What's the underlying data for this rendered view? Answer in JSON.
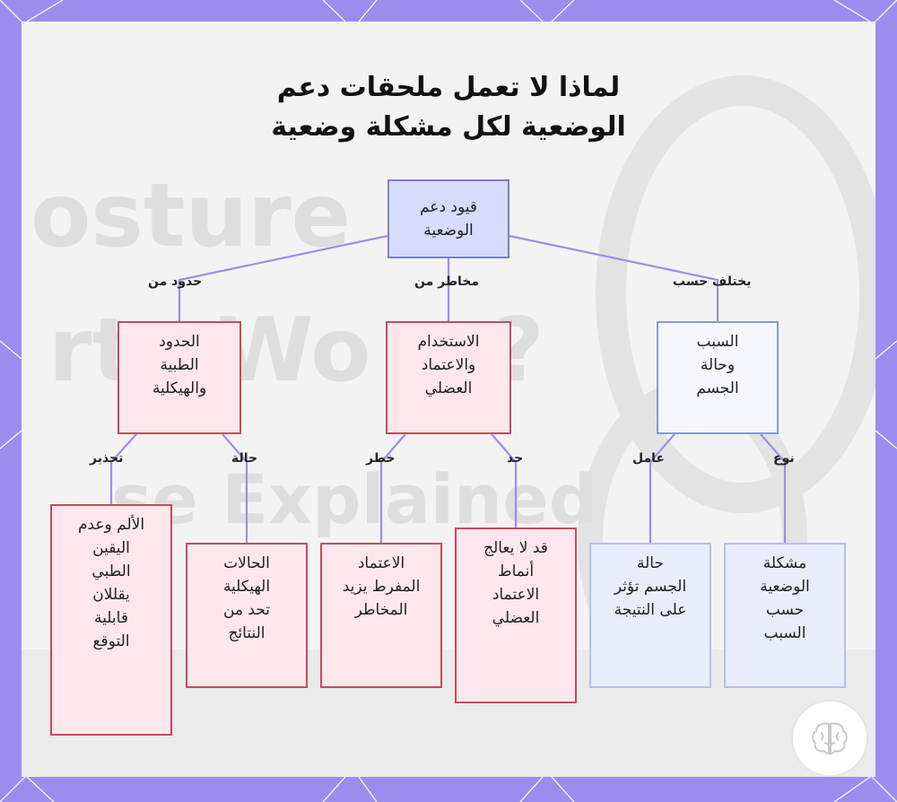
{
  "title": {
    "line1": "لماذا لا تعمل ملحقات دعم",
    "line2": "الوضعية لكل مشكلة وضعية"
  },
  "watermark": {
    "line1": "osture",
    "line2": "rts Wo    ?",
    "line3": "se Explained"
  },
  "nodes": {
    "root": "قيود دعم\nالوضعية",
    "medical": "الحدود\nالطبية\nوالهيكلية",
    "dependence": "الاستخدام\nوالاعتماد\nالعضلي",
    "cause": "السبب\nوحالة\nالجسم",
    "pain": "الألم وعدم\nاليقين\nالطبي\nيقللان\nقابلية\nالتوقع",
    "structural": "الحالات\nالهيكلية\nتحد من\nالنتائج",
    "overreliance": "الاعتماد\nالمفرط يزيد\nالمخاطر",
    "patterns": "قد لا يعالج\nأنماط\nالاعتماد\nالعضلي",
    "body_state": "حالة\nالجسم تؤثر\nعلى النتيجة",
    "problem_type": "مشكلة\nالوضعية\nحسب\nالسبب"
  },
  "edges": {
    "limits_from": "حدود من",
    "risks_from": "مخاطر من",
    "varies_by": "يختلف حسب",
    "warning": "تحذير",
    "condition": "حالة",
    "risk": "خطر",
    "limit": "حد",
    "factor": "عامل",
    "type": "نوع"
  },
  "colors": {
    "frame": "#9d8cf0",
    "panel": "#f3f3f4",
    "edge": "#a08ce6",
    "root_fill": "#d8dafc",
    "red_fill": "#fde7ec",
    "red_border": "#c84a5c",
    "blue_border": "#8898d0"
  },
  "icons": {
    "logo": "brain-logo-icon"
  }
}
